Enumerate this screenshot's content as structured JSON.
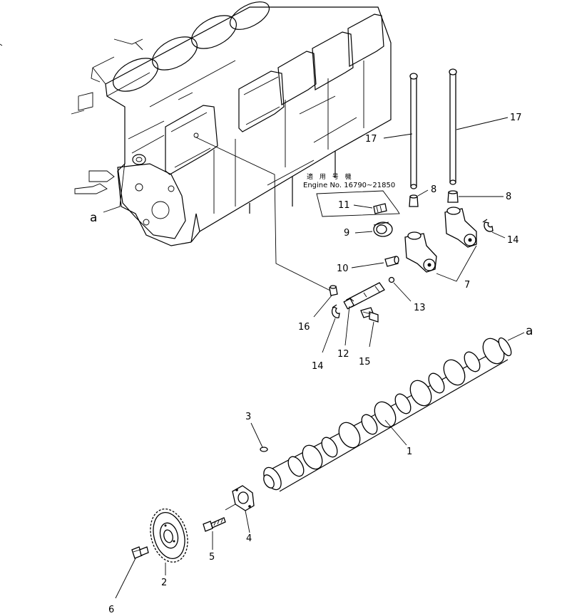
{
  "note": {
    "japanese": "適 用 号 機",
    "engine_range": "Engine No. 16790~21850"
  },
  "callouts": {
    "c1": "1",
    "c2": "2",
    "c3": "3",
    "c4": "4",
    "c5": "5",
    "c6": "6",
    "c7": "7",
    "c8a": "8",
    "c8b": "8",
    "c9": "9",
    "c10": "10",
    "c11": "11",
    "c12": "12",
    "c13": "13",
    "c14a": "14",
    "c14b": "14",
    "c15": "15",
    "c16": "16",
    "c17a": "17",
    "c17b": "17",
    "ref_a_left": "a",
    "ref_a_right": "a"
  }
}
